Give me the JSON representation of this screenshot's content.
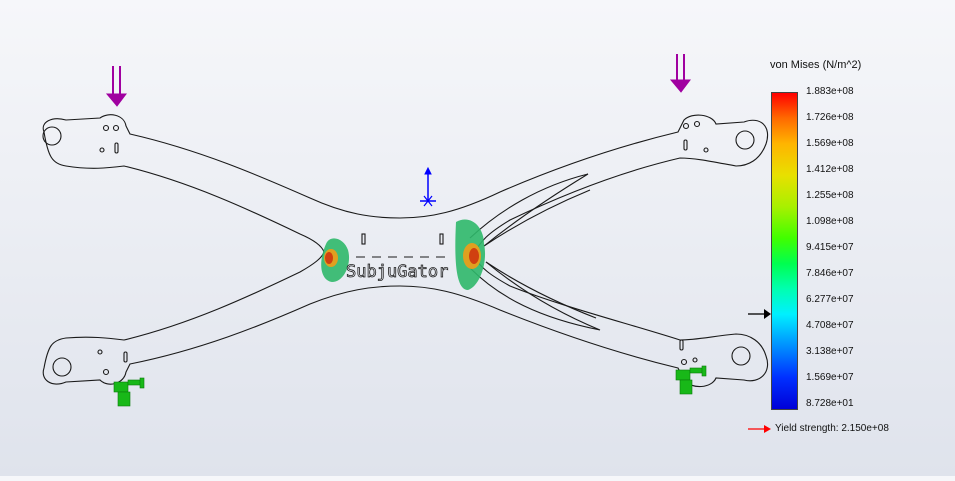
{
  "legend": {
    "title": "von Mises (N/m^2)",
    "ticks": [
      "1.883e+08",
      "1.726e+08",
      "1.569e+08",
      "1.412e+08",
      "1.255e+08",
      "1.098e+08",
      "9.415e+07",
      "7.846e+07",
      "6.277e+07",
      "4.708e+07",
      "3.138e+07",
      "1.569e+07",
      "8.728e+01"
    ],
    "yield_label": "Yield strength: 2.150e+08",
    "yield_marker_color": "#ff0000",
    "indicator_color": "#000000"
  },
  "model": {
    "engraving": "SubjuGator",
    "outline_color": "#1a1a1a",
    "load_arrow_color": "#a000a0",
    "fixture_color": "#18b818",
    "triad_color": "#0000ff",
    "hotspot_colors": [
      "#2fb86a",
      "#e0a020",
      "#d04010"
    ]
  }
}
